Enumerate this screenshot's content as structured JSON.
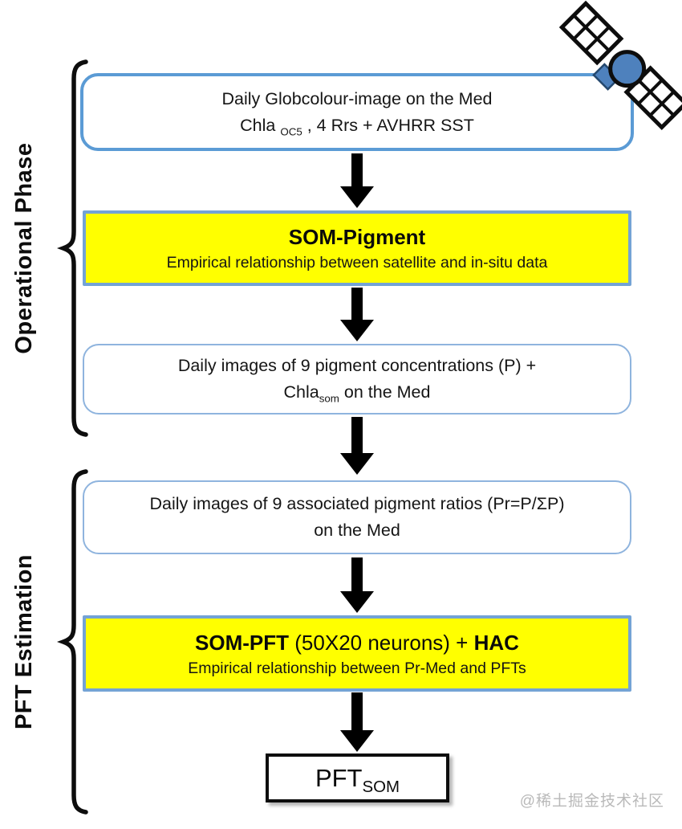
{
  "diagram": {
    "phases": {
      "operational": "Operational Phase",
      "pft": "PFT Estimation"
    },
    "boxes": {
      "input": {
        "line1": "Daily Globcolour-image on the Med",
        "line2_base": "Chla ",
        "line2_sub": "OC5",
        "line2_rest": " , 4 Rrs + AVHRR SST"
      },
      "som_pigment": {
        "title": "SOM-Pigment",
        "subtitle": "Empirical relationship between satellite and in-situ data"
      },
      "pigment_concentrations": {
        "line1": "Daily images of 9 pigment concentrations (P)  +",
        "line2_base": "Chla",
        "line2_sub": "som",
        "line2_rest": "  on the Med"
      },
      "pigment_ratios": {
        "line1": "Daily images of 9 associated pigment ratios (Pr=P/ΣP)",
        "line2": "on the Med"
      },
      "som_pft": {
        "title_bold1": "SOM-PFT",
        "title_mid": " (50X20 neurons) + ",
        "title_bold2": "HAC",
        "subtitle": "Empirical relationship between Pr-Med and PFTs"
      },
      "output": {
        "base": "PFT",
        "sub": "SOM"
      }
    },
    "icons": {
      "satellite": "satellite-icon"
    },
    "colors": {
      "box_border_blue": "#5B9BD5",
      "light_border_blue": "#8FB4DE",
      "highlight_yellow": "#FFFF00",
      "satellite_body_blue": "#4E81BD",
      "arrow_black": "#000000"
    },
    "watermark": "@稀土掘金技术社区"
  }
}
